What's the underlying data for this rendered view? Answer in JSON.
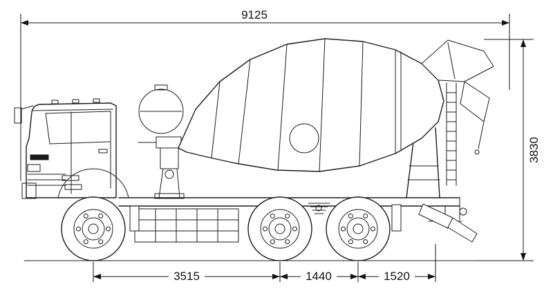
{
  "dimensions": {
    "overall_length": "9125",
    "overall_height": "3830",
    "axle_front_to_mid": "3515",
    "axle_mid_to_rear": "1440",
    "rear_axle_to_rear_point": "1520"
  },
  "colors": {
    "line": "#1a1a1a",
    "dimension": "#111111",
    "background": "#ffffff"
  }
}
